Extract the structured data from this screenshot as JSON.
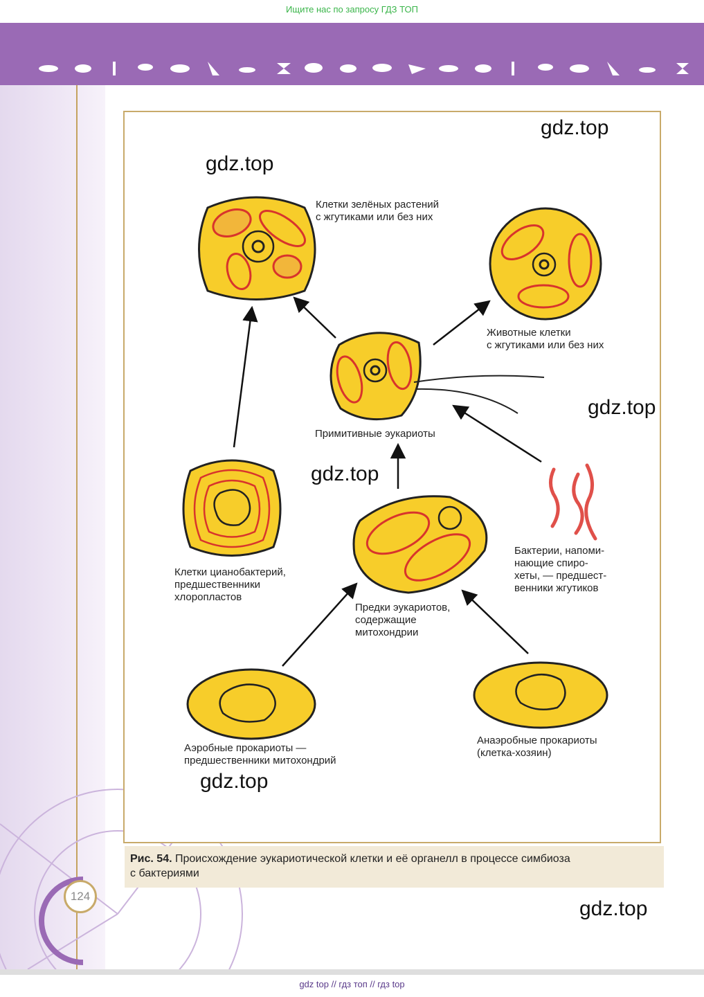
{
  "header": {
    "search_note": "Ищите нас по запросу ГДЗ ТОП"
  },
  "figure": {
    "labels": {
      "green_plants": [
        "Клетки зелёных растений",
        "с жгутиками или без них"
      ],
      "animal_cells": [
        "Животные клетки",
        "с жгутиками или без них"
      ],
      "primitive_eukaryotes": [
        "Примитивные эукариоты"
      ],
      "cyanobacteria": [
        "Клетки цианобактерий,",
        "предшественники",
        "хлоропластов"
      ],
      "spirochete_bacteria": [
        "Бактерии, напоми-",
        "нающие спиро-",
        "хеты, — предшест-",
        "венники жгутиков"
      ],
      "eukaryote_ancestors": [
        "Предки эукариотов,",
        "содержащие",
        "митохондрии"
      ],
      "aerobic_prokaryotes": [
        "Аэробные прокариоты —",
        "предшественники митохондрий"
      ],
      "anaerobic_prokaryotes": [
        "Анаэробные прокариоты",
        "(клетка-хозяин)"
      ]
    },
    "colors": {
      "cell_fill": "#f7cd2a",
      "organelle": "#d8342c",
      "outline": "#222222",
      "frame": "#c8aa6a"
    }
  },
  "caption": {
    "figure_number": "Рис. 54.",
    "line1": "Происхождение эукариотической клетки и её органелл в процессе симбиоза",
    "line2": "с бактериями"
  },
  "watermarks": [
    "gdz.top",
    "gdz.top",
    "gdz.top",
    "gdz.top",
    "gdz.top",
    "gdz.top"
  ],
  "page_number": "124",
  "footer": {
    "text": "gdz top  //  гдз топ  //  гдз top"
  }
}
